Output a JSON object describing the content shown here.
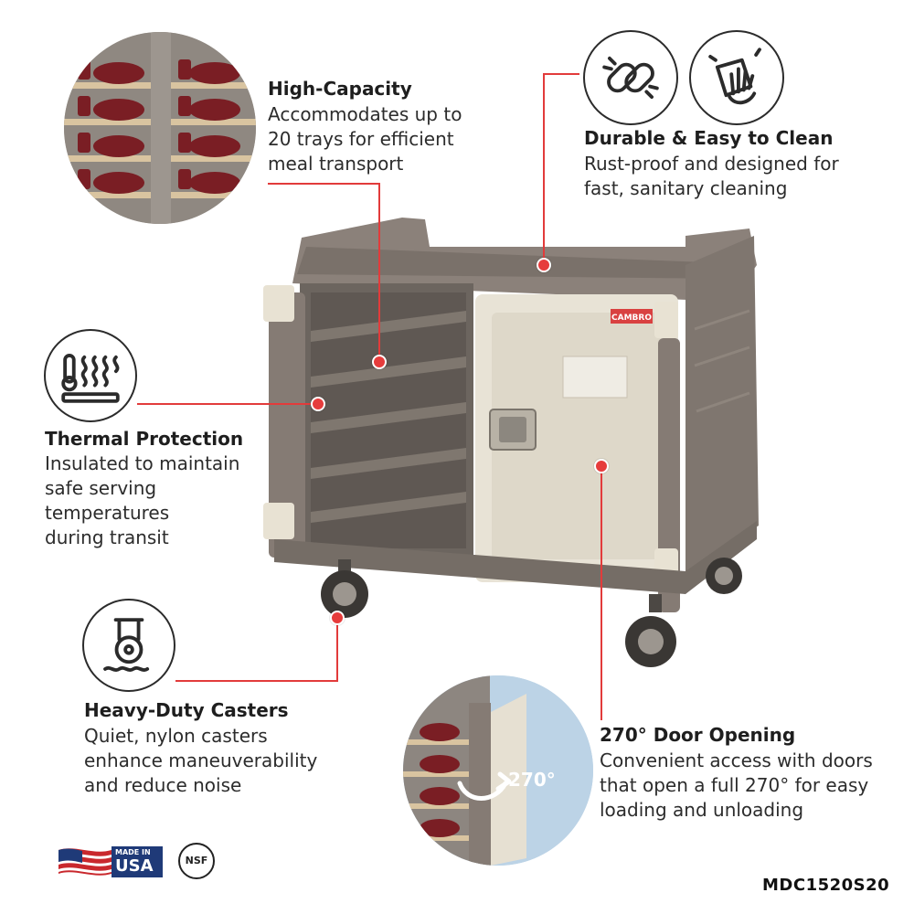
{
  "features": {
    "high_capacity": {
      "title": "High-Capacity",
      "lines": [
        "Accommodates up to",
        "20 trays for efficient",
        "meal transport"
      ]
    },
    "durable": {
      "title": "Durable & Easy to Clean",
      "lines": [
        "Rust-proof and designed for",
        "fast, sanitary cleaning"
      ]
    },
    "thermal": {
      "title": "Thermal Protection",
      "lines": [
        "Insulated to maintain",
        "safe serving",
        "temperatures",
        "during transit"
      ]
    },
    "casters": {
      "title": "Heavy-Duty Casters",
      "lines": [
        "Quiet, nylon casters",
        "enhance maneuverability",
        "and reduce noise"
      ]
    },
    "door": {
      "title": "270° Door Opening",
      "lines": [
        "Convenient access with doors",
        "that open a full 270° for easy",
        "loading and unloading"
      ]
    }
  },
  "door_inset_label": "270°",
  "brand_label": "CAMBRO",
  "badges": {
    "made_in": "MADE IN",
    "usa": "USA",
    "nsf": "NSF"
  },
  "model": "MDC1520S20",
  "icons": {
    "durable_left": "chain-link-icon",
    "durable_right": "cleaning-hand-icon",
    "thermal": "heat-waves-icon",
    "casters": "caster-wheel-icon"
  },
  "colors": {
    "accent": "#e63c3c",
    "cart_body": "#847a72",
    "door": "#e9e4d8"
  }
}
